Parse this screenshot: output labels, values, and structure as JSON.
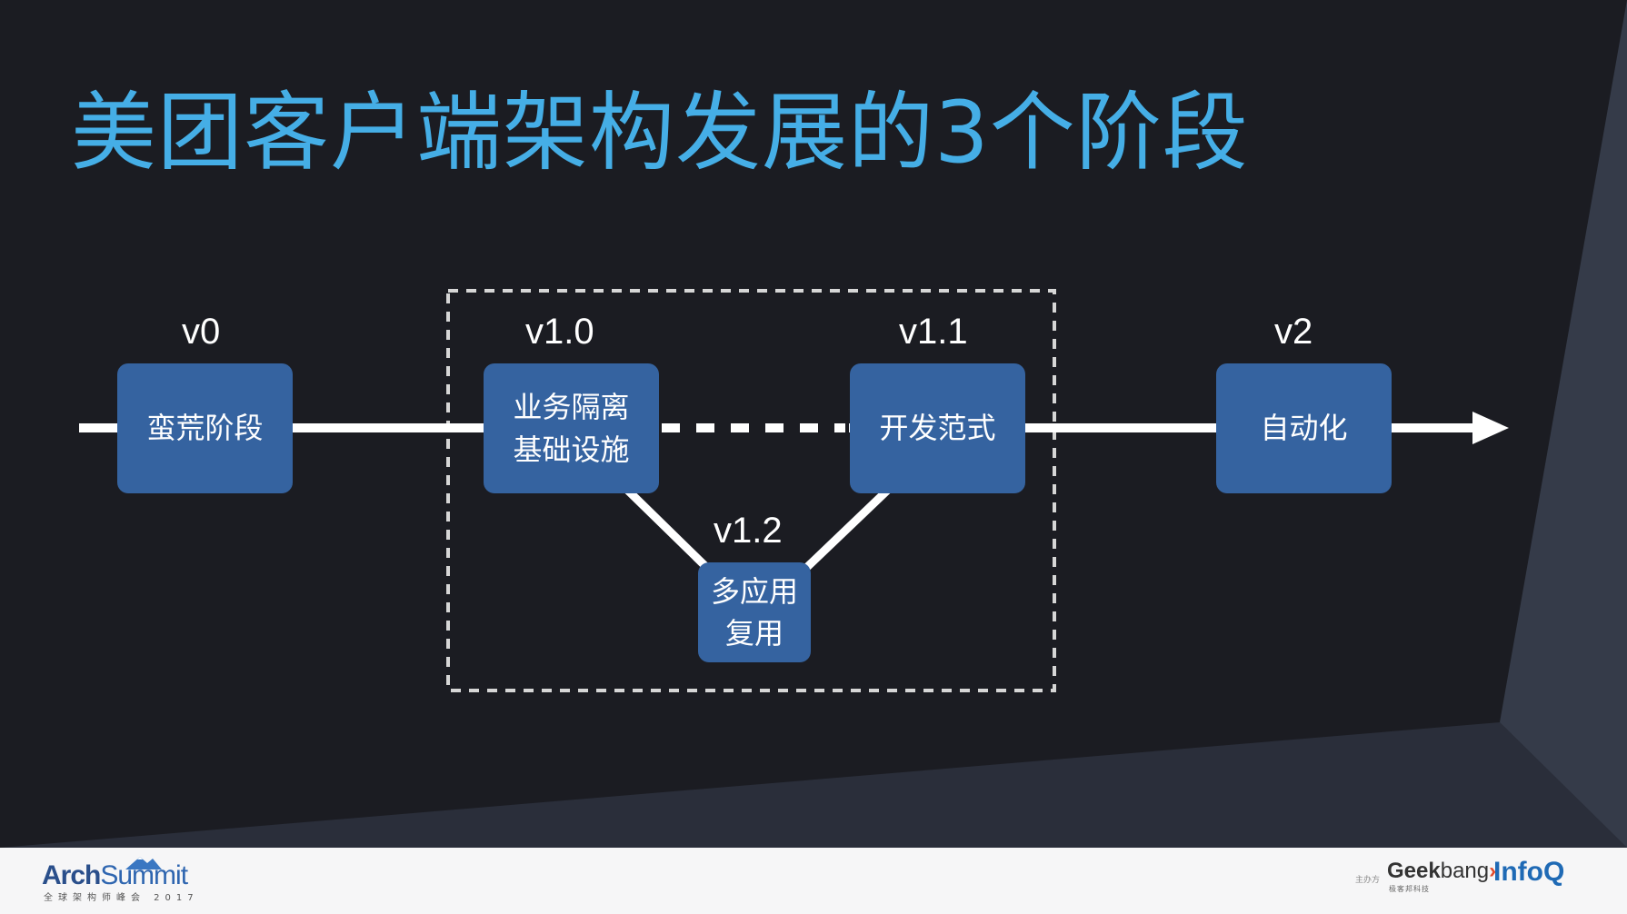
{
  "title": "美团客户端架构发展的3个阶段",
  "stages": [
    {
      "version": "v0",
      "lines": [
        "蛮荒阶段"
      ]
    },
    {
      "version": "v1.0",
      "lines": [
        "业务隔离",
        "基础设施"
      ]
    },
    {
      "version": "v1.1",
      "lines": [
        "开发范式"
      ]
    },
    {
      "version": "v1.2",
      "lines": [
        "多应用",
        "复用"
      ]
    },
    {
      "version": "v2",
      "lines": [
        "自动化"
      ]
    }
  ],
  "footer": {
    "event_logo_main": "Arch",
    "event_logo_accent": "Summit",
    "event_logo_sub": "全球架构师峰会 2017",
    "sponsor_label": "主办方",
    "sponsor1_a": "Geek",
    "sponsor1_b": "bang",
    "sponsor1_sub": "极客邦科技",
    "sponsor2": "InfoQ"
  },
  "colors": {
    "background": "#1b1c22",
    "title": "#45aee6",
    "box": "#3563a0",
    "line": "#ffffff"
  }
}
